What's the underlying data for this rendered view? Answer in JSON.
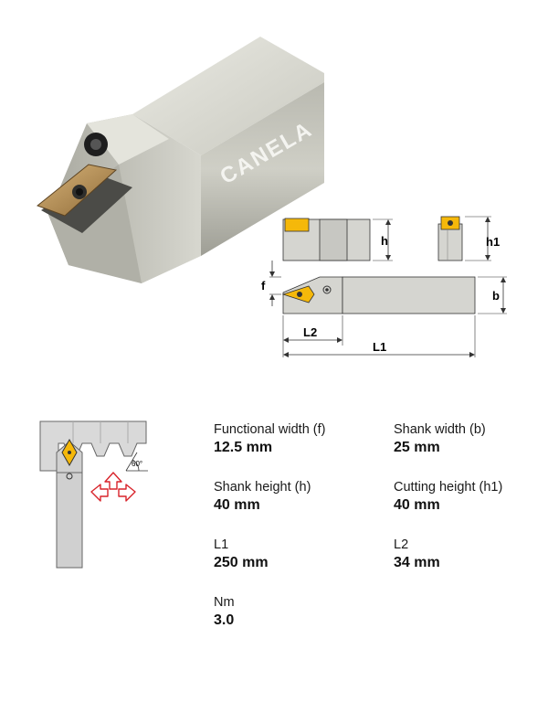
{
  "brand": "CANELA",
  "diagram": {
    "labels": {
      "h": "h",
      "h1": "h1",
      "f": "f",
      "b": "b",
      "L1": "L1",
      "L2": "L2"
    },
    "angle": "60°"
  },
  "specs": [
    {
      "label": "Functional width (f)",
      "value": "12.5 mm"
    },
    {
      "label": "Shank width (b)",
      "value": "25 mm"
    },
    {
      "label": "Shank height (h)",
      "value": "40 mm"
    },
    {
      "label": "Cutting height (h1)",
      "value": "40 mm"
    },
    {
      "label": "L1",
      "value": "250 mm"
    },
    {
      "label": "L2",
      "value": "34 mm"
    },
    {
      "label": "Nm",
      "value": "3.0"
    }
  ],
  "colors": {
    "insert_gold": "#f5b80a",
    "arrow_red": "#d8232a",
    "shank_grey": "#d5d5d0"
  }
}
